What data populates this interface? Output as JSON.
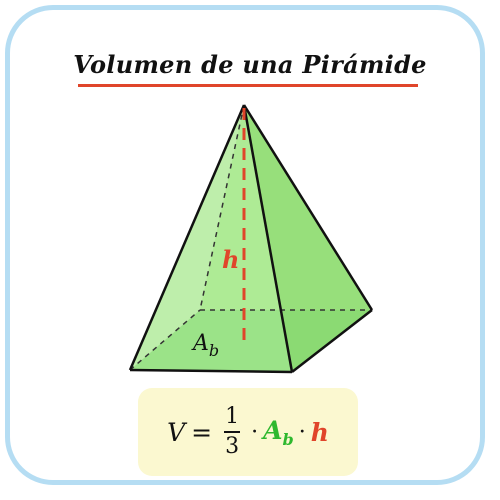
{
  "title": "Volumen de una Pirámide",
  "labels": {
    "height": "h",
    "base_main": "A",
    "base_sub": "b"
  },
  "formula": {
    "lhs": "V",
    "equals": "=",
    "numerator": "1",
    "denominator": "3",
    "dot": "·",
    "term1_main": "A",
    "term1_sub": "b",
    "term2": "h"
  },
  "colors": {
    "frame": "#b5ddf3",
    "title_underline": "#e0452a",
    "pyramid_face": "#a8e88f",
    "pyramid_base": "#5cc95c",
    "height_line": "#e0452a",
    "formula_bg": "#fbf8d0",
    "term_area": "#2eb82e",
    "term_height": "#e0452a"
  }
}
